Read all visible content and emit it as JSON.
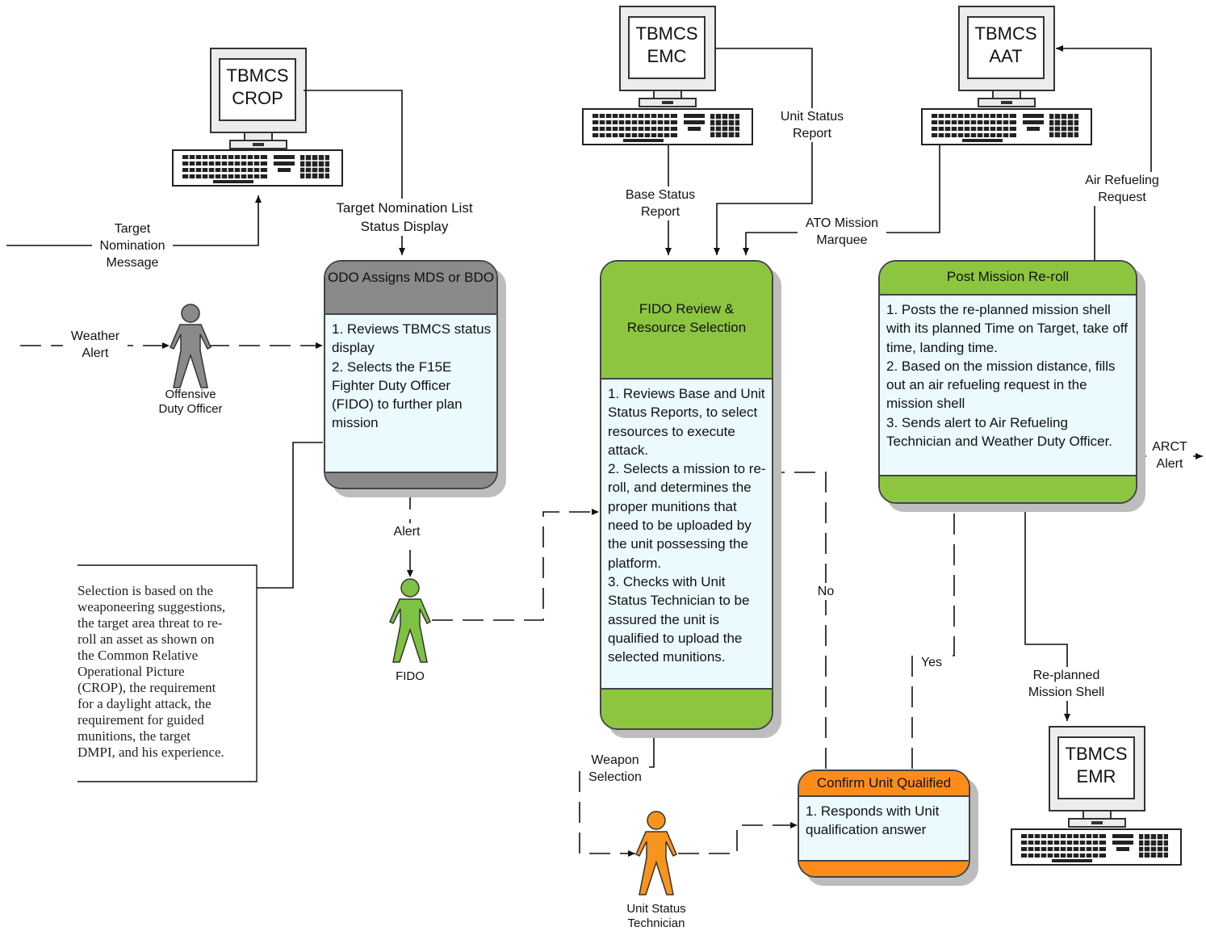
{
  "computers": {
    "crop": {
      "line1": "TBMCS",
      "line2": "CROP"
    },
    "emc": {
      "line1": "TBMCS",
      "line2": "EMC"
    },
    "aat": {
      "line1": "TBMCS",
      "line2": "AAT"
    },
    "emr": {
      "line1": "TBMCS",
      "line2": "EMR"
    }
  },
  "labels": {
    "target_nomination_message": [
      "Target",
      "Nomination",
      "Message"
    ],
    "target_nomination_list": [
      "Target Nomination List",
      "Status Display"
    ],
    "weather_alert": [
      "Weather",
      "Alert"
    ],
    "base_status_report": [
      "Base Status",
      "Report"
    ],
    "unit_status_report": [
      "Unit Status",
      "Report"
    ],
    "ato_mission_marquee": [
      "ATO Mission",
      "Marquee"
    ],
    "air_refueling_request": [
      "Air Refueling",
      "Request"
    ],
    "arct_alert": [
      "ARCT",
      "Alert"
    ],
    "alert": [
      "Alert"
    ],
    "no": [
      "No"
    ],
    "yes": [
      "Yes"
    ],
    "weapon_selection": [
      "Weapon",
      "Selection"
    ],
    "replanned_mission_shell": [
      "Re-planned",
      "Mission Shell"
    ]
  },
  "actors": {
    "offensive_duty_officer": [
      "Offensive",
      "Duty Officer"
    ],
    "fido": [
      "FIDO"
    ],
    "unit_status_technician": [
      "Unit Status",
      "Technician"
    ]
  },
  "processes": {
    "odo": {
      "title": "ODO Assigns MDS or BDO",
      "body": [
        "1. Reviews TBMCS status display",
        "2. Selects the F15E Fighter Duty Officer (FIDO) to further plan mission"
      ]
    },
    "fido_review": {
      "title": "FIDO Review & Resource Selection",
      "body": [
        "1. Reviews Base and Unit Status Reports, to select resources to execute attack.",
        "2. Selects a mission to re-roll, and determines the proper munitions that need to be uploaded by the unit possessing the platform.",
        "3. Checks with Unit Status Technician to be assured the unit is qualified to upload the selected munitions."
      ]
    },
    "post_mission": {
      "title": "Post Mission Re-roll",
      "body": [
        "1. Posts the re-planned mission shell with its planned Time on Target, take off time, landing time.",
        "2. Based on the mission distance, fills out an air refueling request in the mission shell",
        "3. Sends alert to Air Refueling Technician and Weather Duty Officer."
      ]
    },
    "confirm_unit": {
      "title": "Confirm Unit Qualified",
      "body": [
        "1. Responds with Unit qualification answer"
      ]
    }
  },
  "note": [
    "Selection is based on the",
    "weaponeering suggestions,",
    "the target area threat to re-",
    "roll an asset as shown on",
    "the Common Relative",
    "Operational Picture",
    "(CROP), the requirement",
    "for a daylight attack, the",
    "requirement for guided",
    "munitions, the target",
    "DMPI, and his experience."
  ],
  "colors": {
    "gray_header": "#8a8a8a",
    "green": "#8cc63f",
    "orange": "#ff8c1a",
    "body_fill": "#eafaff",
    "person_gray": "#8a8a8a",
    "person_green": "#7dc242",
    "person_orange": "#f7941d"
  }
}
